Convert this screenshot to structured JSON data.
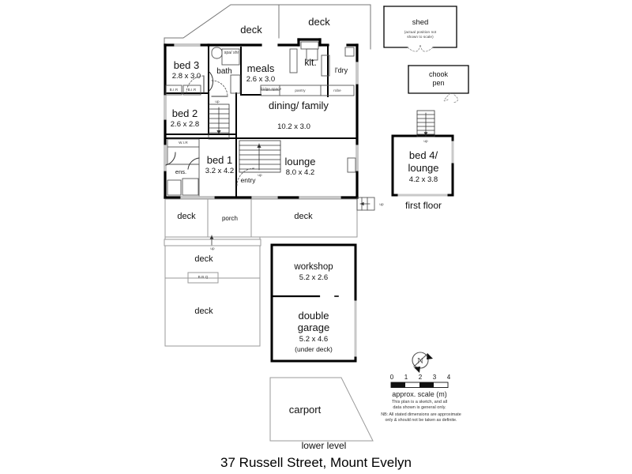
{
  "document": {
    "title": "37 Russell Street, Mount Evelyn",
    "type": "floor-plan-sketch"
  },
  "levels": {
    "first_floor_label": "first floor",
    "lower_level_label": "lower level"
  },
  "ground_floor": {
    "rooms": [
      {
        "id": "bed3",
        "name": "bed 3",
        "dim": "2.8 x 3.0"
      },
      {
        "id": "bed2",
        "name": "bed 2",
        "dim": "2.6 x 2.8"
      },
      {
        "id": "bed1",
        "name": "bed 1",
        "dim": "3.2 x 4.2"
      },
      {
        "id": "bath",
        "name": "bath",
        "dim": ""
      },
      {
        "id": "meals",
        "name": "meals",
        "dim": "2.6 x 3.0"
      },
      {
        "id": "kitchen",
        "name": "kit.",
        "dim": ""
      },
      {
        "id": "laundry",
        "name": "l'dry",
        "dim": ""
      },
      {
        "id": "dining",
        "name": "dining/ family",
        "dim": "10.2 x 3.0"
      },
      {
        "id": "lounge",
        "name": "lounge",
        "dim": "8.0 x 4.2"
      },
      {
        "id": "entry",
        "name": "entry",
        "dim": ""
      }
    ],
    "fixtures": [
      {
        "id": "bir-left",
        "label": "B.I.R"
      },
      {
        "id": "bir-right",
        "label": "B.I.R"
      },
      {
        "id": "wir",
        "label": "W.I.R"
      },
      {
        "id": "ens",
        "label": "ens."
      },
      {
        "id": "spa-shr",
        "label": "spa/ shr"
      },
      {
        "id": "fridge",
        "label": "fridge space"
      },
      {
        "id": "pantry",
        "label": "pantry"
      },
      {
        "id": "robe",
        "label": "robe"
      },
      {
        "id": "bbq",
        "label": "B.B.Q"
      }
    ],
    "outdoor": [
      {
        "id": "deck-top-left",
        "name": "deck"
      },
      {
        "id": "deck-top-right",
        "name": "deck"
      },
      {
        "id": "deck-front-left",
        "name": "deck"
      },
      {
        "id": "porch",
        "name": "porch"
      },
      {
        "id": "deck-front-right",
        "name": "deck"
      },
      {
        "id": "deck-mid",
        "name": "deck"
      },
      {
        "id": "deck-bottom",
        "name": "deck"
      }
    ],
    "up_markers": [
      "up",
      "up",
      "up",
      "up",
      "up"
    ]
  },
  "first_floor": {
    "rooms": [
      {
        "id": "bed4",
        "name": "bed 4/ lounge",
        "name_line1": "bed 4/",
        "name_line2": "lounge",
        "dim": "4.2 x 3.8"
      }
    ],
    "up_marker": "up"
  },
  "outbuildings": [
    {
      "id": "shed",
      "name": "shed",
      "note_line1": "(actual position not",
      "note_line2": "shown to scale)"
    },
    {
      "id": "chook-pen",
      "name_line1": "chook",
      "name_line2": "pen",
      "name": "chook pen"
    }
  ],
  "lower_level": {
    "rooms": [
      {
        "id": "workshop",
        "name": "workshop",
        "dim": "5.2 x 2.6",
        "note": ""
      },
      {
        "id": "double-garage",
        "name_line1": "double",
        "name_line2": "garage",
        "name": "double garage",
        "dim": "5.2 x 4.6",
        "note": "(under deck)"
      },
      {
        "id": "carport",
        "name": "carport",
        "dim": ""
      }
    ]
  },
  "legend": {
    "compass_label": "N",
    "scale_ticks": [
      "0",
      "1",
      "2",
      "3",
      "4"
    ],
    "scale_caption": "approx. scale (m)",
    "disclaimer_line1": "This plan is a sketch, and all",
    "disclaimer_line2": "data shown is general only.",
    "disclaimer_line3": "NB: All stated dimensions are approximate",
    "disclaimer_line4": "only & should not be taken as definite."
  },
  "colors": {
    "wall": "#000000",
    "thin_wall": "#6f6f6f",
    "text": "#111111",
    "background": "#ffffff"
  }
}
